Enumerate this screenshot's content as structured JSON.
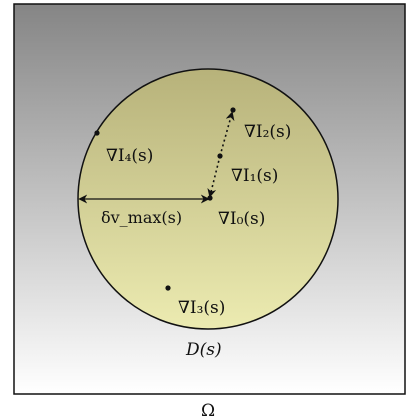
{
  "colors": {
    "bg_top": "#858585",
    "bg_bottom": "#ffffff",
    "disk_top": "#b7b27a",
    "disk_bottom": "#ecebb1",
    "stroke": "#111111"
  },
  "labels": {
    "omega": "Ω",
    "domain": "D(s)",
    "radius": "δv_max(s)",
    "g0": "∇I₀(s)",
    "g1": "∇I₁(s)",
    "g2": "∇I₂(s)",
    "g3": "∇I₃(s)",
    "g4": "∇I₄(s)"
  }
}
